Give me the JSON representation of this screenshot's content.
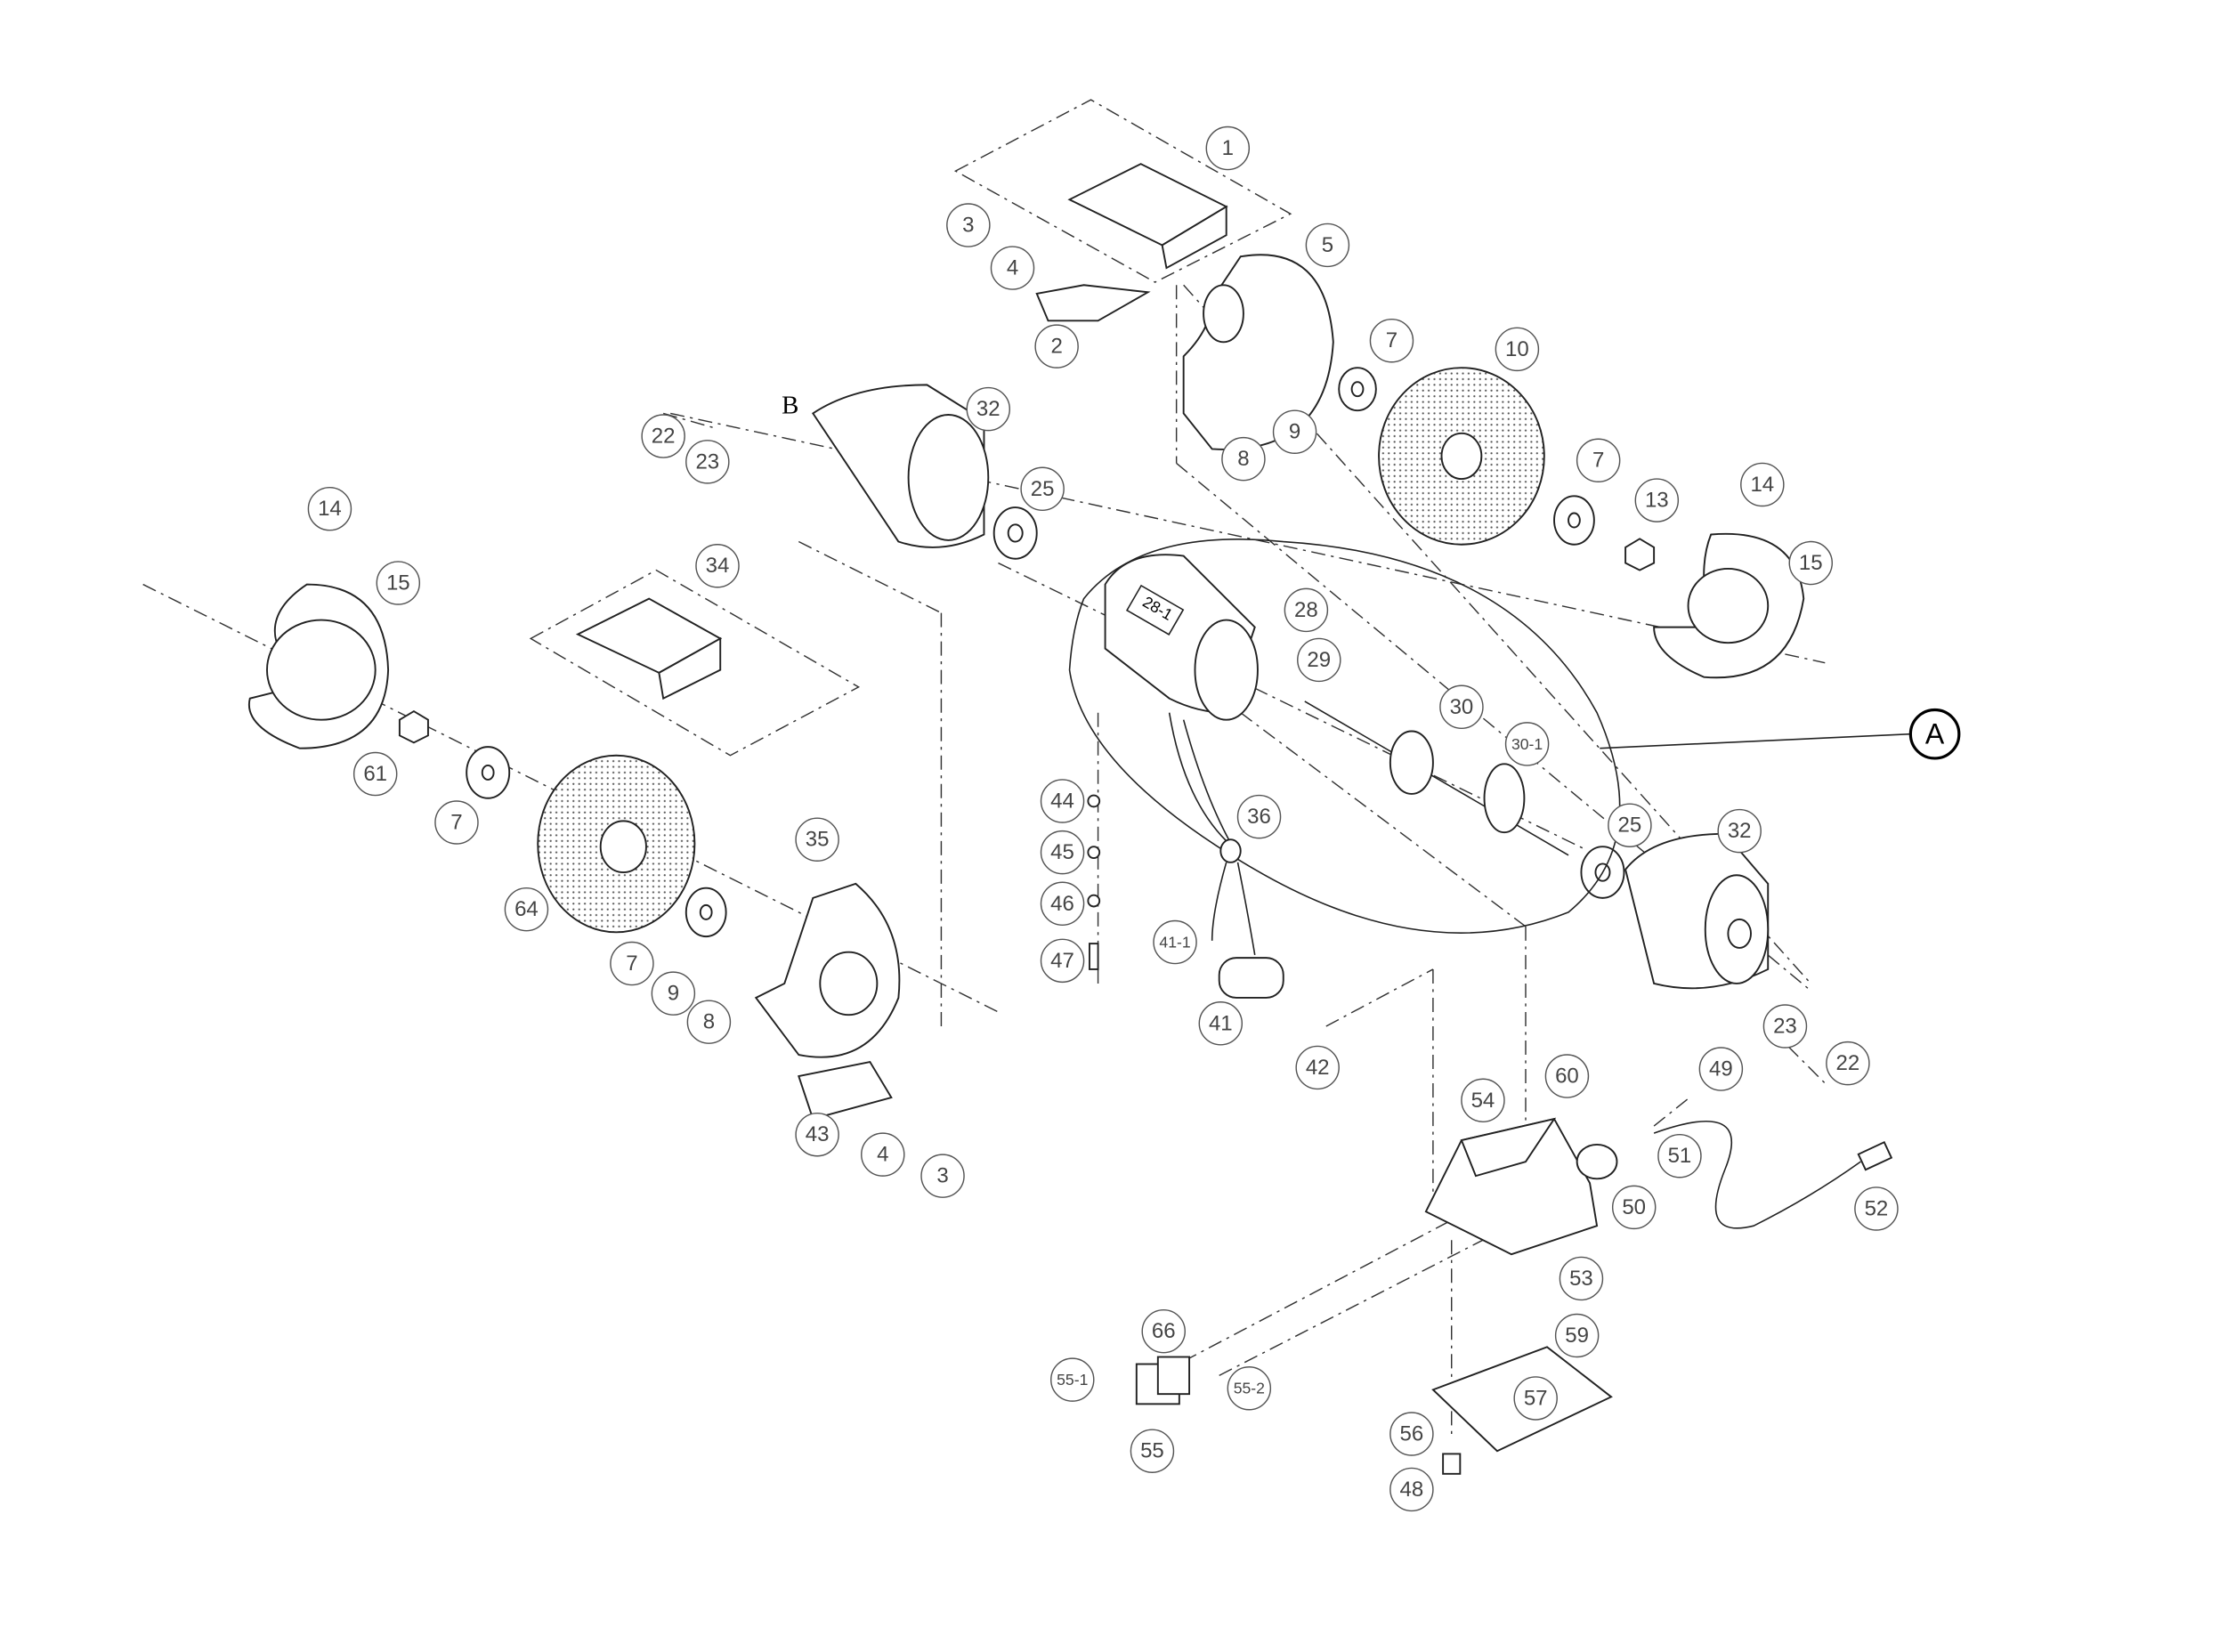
{
  "diagram": {
    "title": "",
    "detail_marker": "A",
    "section_marker": "B",
    "stator_tag": "28-1",
    "part_labels": [
      "1",
      "3",
      "4",
      "5",
      "2",
      "7",
      "10",
      "8",
      "9",
      "7",
      "13",
      "14",
      "15",
      "22",
      "23",
      "32",
      "25",
      "14",
      "15",
      "34",
      "28",
      "29",
      "30",
      "30-1",
      "61",
      "7",
      "44",
      "36",
      "25",
      "32",
      "35",
      "45",
      "46",
      "64",
      "41-1",
      "47",
      "7",
      "9",
      "8",
      "41",
      "42",
      "23",
      "22",
      "60",
      "49",
      "54",
      "51",
      "43",
      "4",
      "3",
      "50",
      "52",
      "53",
      "59",
      "66",
      "55-1",
      "55-2",
      "57",
      "56",
      "55",
      "48"
    ]
  }
}
